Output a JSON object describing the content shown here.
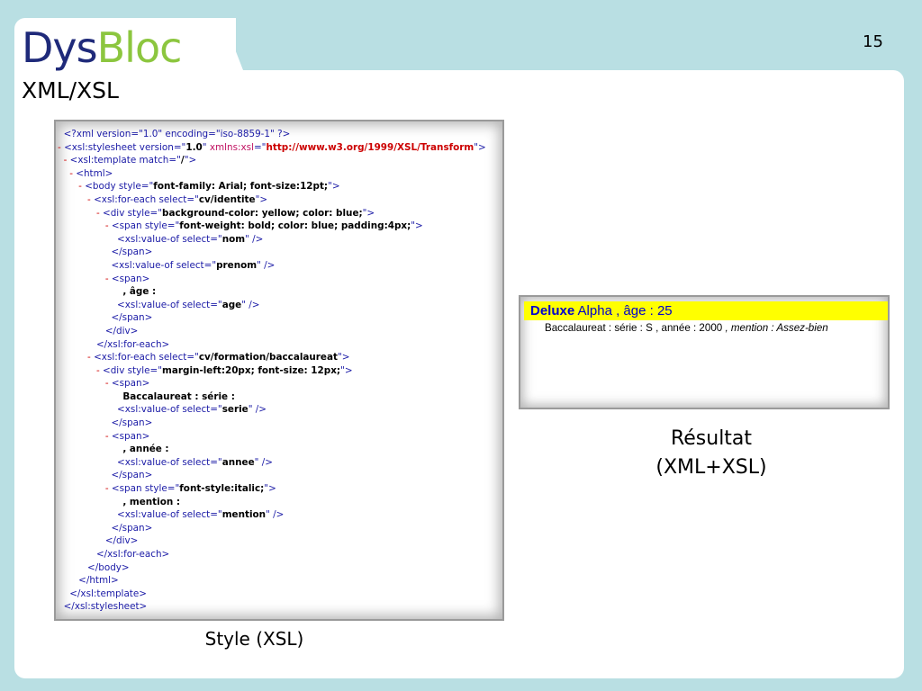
{
  "slide": {
    "title_part1": "Dys",
    "title_part2": "Bloc",
    "subtitle": "XML/XSL",
    "page_number": "15",
    "colors": {
      "background": "#b9dfe3",
      "title_dark": "#1f2a7a",
      "title_green": "#8cc63f"
    }
  },
  "code_lines": [
    [
      {
        "c": "p",
        "t": "  <?xml version=\"1.0\" encoding=\"iso-8859-1\" ?>"
      }
    ],
    [
      {
        "c": "m",
        "t": "- "
      },
      {
        "c": "p",
        "t": "<xsl:stylesheet version=\""
      },
      {
        "c": "v",
        "t": "1.0"
      },
      {
        "c": "p",
        "t": "\" "
      },
      {
        "c": "a",
        "t": "xmlns:xsl"
      },
      {
        "c": "p",
        "t": "=\""
      },
      {
        "c": "u",
        "t": "http://www.w3.org/1999/XSL/Transform"
      },
      {
        "c": "p",
        "t": "\">"
      }
    ],
    [
      {
        "c": "m",
        "t": "  - "
      },
      {
        "c": "p",
        "t": "<xsl:template match=\""
      },
      {
        "c": "v",
        "t": "/"
      },
      {
        "c": "p",
        "t": "\">"
      }
    ],
    [
      {
        "c": "m",
        "t": "    - "
      },
      {
        "c": "p",
        "t": "<html>"
      }
    ],
    [
      {
        "c": "m",
        "t": "       - "
      },
      {
        "c": "p",
        "t": "<body style=\""
      },
      {
        "c": "v",
        "t": "font-family: Arial; font-size:12pt;"
      },
      {
        "c": "p",
        "t": "\">"
      }
    ],
    [
      {
        "c": "m",
        "t": "          - "
      },
      {
        "c": "p",
        "t": "<xsl:for-each select=\""
      },
      {
        "c": "v",
        "t": "cv/identite"
      },
      {
        "c": "p",
        "t": "\">"
      }
    ],
    [
      {
        "c": "m",
        "t": "             - "
      },
      {
        "c": "p",
        "t": "<div style=\""
      },
      {
        "c": "v",
        "t": "background-color: yellow; color: blue;"
      },
      {
        "c": "p",
        "t": "\">"
      }
    ],
    [
      {
        "c": "m",
        "t": "                - "
      },
      {
        "c": "p",
        "t": "<span style=\""
      },
      {
        "c": "v",
        "t": "font-weight: bold; color: blue; padding:4px;"
      },
      {
        "c": "p",
        "t": "\">"
      }
    ],
    [
      {
        "c": "p",
        "t": "                    <xsl:value-of select=\""
      },
      {
        "c": "v",
        "t": "nom"
      },
      {
        "c": "p",
        "t": "\" />"
      }
    ],
    [
      {
        "c": "p",
        "t": "                  </span>"
      }
    ],
    [
      {
        "c": "p",
        "t": "                  <xsl:value-of select=\""
      },
      {
        "c": "v",
        "t": "prenom"
      },
      {
        "c": "p",
        "t": "\" />"
      }
    ],
    [
      {
        "c": "m",
        "t": "                - "
      },
      {
        "c": "p",
        "t": "<span>"
      }
    ],
    [
      {
        "c": "t",
        "t": "                    , âge :"
      }
    ],
    [
      {
        "c": "p",
        "t": "                    <xsl:value-of select=\""
      },
      {
        "c": "v",
        "t": "age"
      },
      {
        "c": "p",
        "t": "\" />"
      }
    ],
    [
      {
        "c": "p",
        "t": "                  </span>"
      }
    ],
    [
      {
        "c": "p",
        "t": "                </div>"
      }
    ],
    [
      {
        "c": "p",
        "t": "             </xsl:for-each>"
      }
    ],
    [
      {
        "c": "m",
        "t": "          - "
      },
      {
        "c": "p",
        "t": "<xsl:for-each select=\""
      },
      {
        "c": "v",
        "t": "cv/formation/baccalaureat"
      },
      {
        "c": "p",
        "t": "\">"
      }
    ],
    [
      {
        "c": "m",
        "t": "             - "
      },
      {
        "c": "p",
        "t": "<div style=\""
      },
      {
        "c": "v",
        "t": "margin-left:20px; font-size: 12px;"
      },
      {
        "c": "p",
        "t": "\">"
      }
    ],
    [
      {
        "c": "m",
        "t": "                - "
      },
      {
        "c": "p",
        "t": "<span>"
      }
    ],
    [
      {
        "c": "t",
        "t": "                    Baccalaureat : série :"
      }
    ],
    [
      {
        "c": "p",
        "t": "                    <xsl:value-of select=\""
      },
      {
        "c": "v",
        "t": "serie"
      },
      {
        "c": "p",
        "t": "\" />"
      }
    ],
    [
      {
        "c": "p",
        "t": "                  </span>"
      }
    ],
    [
      {
        "c": "m",
        "t": "                - "
      },
      {
        "c": "p",
        "t": "<span>"
      }
    ],
    [
      {
        "c": "t",
        "t": "                    , année :"
      }
    ],
    [
      {
        "c": "p",
        "t": "                    <xsl:value-of select=\""
      },
      {
        "c": "v",
        "t": "annee"
      },
      {
        "c": "p",
        "t": "\" />"
      }
    ],
    [
      {
        "c": "p",
        "t": "                  </span>"
      }
    ],
    [
      {
        "c": "m",
        "t": "                - "
      },
      {
        "c": "p",
        "t": "<span style=\""
      },
      {
        "c": "v",
        "t": "font-style:italic;"
      },
      {
        "c": "p",
        "t": "\">"
      }
    ],
    [
      {
        "c": "t",
        "t": "                    , mention :"
      }
    ],
    [
      {
        "c": "p",
        "t": "                    <xsl:value-of select=\""
      },
      {
        "c": "v",
        "t": "mention"
      },
      {
        "c": "p",
        "t": "\" />"
      }
    ],
    [
      {
        "c": "p",
        "t": "                  </span>"
      }
    ],
    [
      {
        "c": "p",
        "t": "                </div>"
      }
    ],
    [
      {
        "c": "p",
        "t": "             </xsl:for-each>"
      }
    ],
    [
      {
        "c": "p",
        "t": "          </body>"
      }
    ],
    [
      {
        "c": "p",
        "t": "       </html>"
      }
    ],
    [
      {
        "c": "p",
        "t": "    </xsl:template>"
      }
    ],
    [
      {
        "c": "p",
        "t": "  </xsl:stylesheet>"
      }
    ]
  ],
  "captions": {
    "style": "Style (XSL)",
    "result_line1": "Résultat",
    "result_line2": "(XML+XSL)"
  },
  "result": {
    "nom": "Deluxe",
    "prenom_age": "  Alpha , âge : 25",
    "bac_prefix": "Baccalaureat : série : S , année : 2000 ",
    "bac_mention": ", mention : Assez-bien"
  }
}
